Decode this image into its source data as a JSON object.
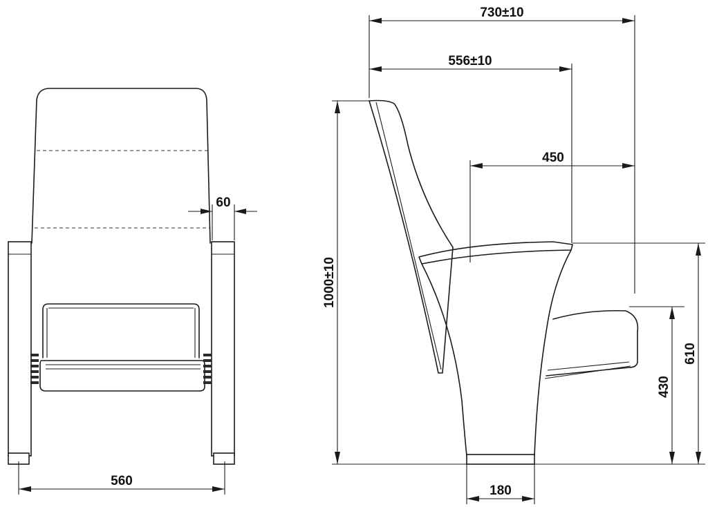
{
  "dimensions": {
    "front_width": "560",
    "armrest_width": "60",
    "overall_depth": "730±10",
    "depth_to_armrest_front": "556±10",
    "seat_depth": "450",
    "overall_height": "1000±10",
    "armrest_height": "610",
    "seat_height": "430",
    "base_width": "180"
  }
}
